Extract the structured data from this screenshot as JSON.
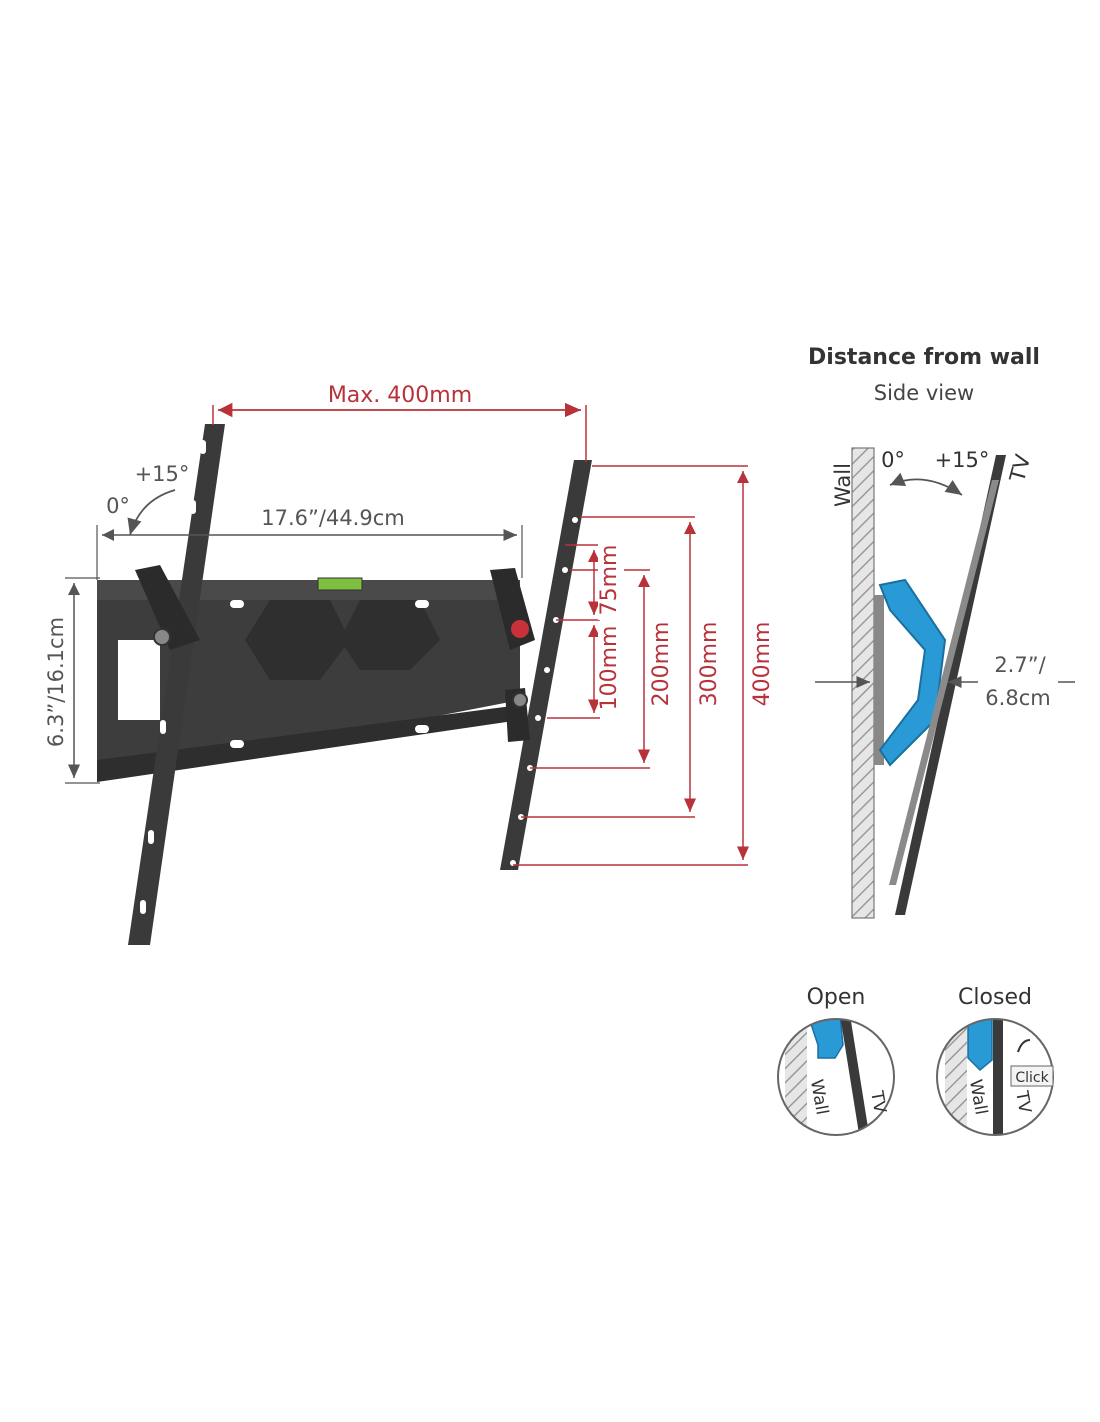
{
  "main_view": {
    "max_width_label": "Max. 400mm",
    "tilt_top_label": "+15°",
    "tilt_zero_label": "0°",
    "plate_width_label": "17.6”/44.9cm",
    "plate_height_label": "6.3”/16.1cm",
    "vesa_labels": [
      "75mm",
      "100mm",
      "200mm",
      "300mm",
      "400mm"
    ]
  },
  "side_view": {
    "title": "Distance from wall",
    "subtitle": "Side view",
    "wall_label": "Wall",
    "tv_label": "TV",
    "angle_zero": "0°",
    "angle_max": "+15°",
    "distance_label_line1": "2.7”/",
    "distance_label_line2": "6.8cm"
  },
  "lock_states": {
    "open_label": "Open",
    "closed_label": "Closed",
    "click_label": "Click",
    "wall_label": "Wall",
    "tv_label": "TV"
  },
  "colors": {
    "dimension_red": "#b8323a",
    "dimension_grey": "#555555",
    "bracket_dark": "#3a3a3a",
    "accent_blue": "#2a9ad6",
    "wall_hatch": "#bdbdbd"
  }
}
